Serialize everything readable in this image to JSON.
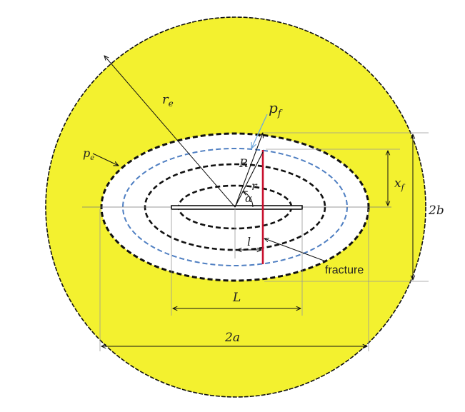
{
  "labels": {
    "re": "r",
    "re_sub": "e",
    "pf": "p",
    "pf_sub": "f",
    "pe": "p",
    "pe_sub": "e",
    "R": "R",
    "r": "r",
    "alpha": "α",
    "xf": "x",
    "xf_sub": "f",
    "two_b": "2b",
    "l": "l",
    "fracture": "fracture",
    "L": "L",
    "two_a": "2a"
  },
  "colors": {
    "reservoir_fill": "#F3F12F",
    "ellipse_stroke": "#111111",
    "pf_contour": "#4F7FC2",
    "fracture_line": "#C8102E",
    "pf_arrow": "#6FA8DC"
  }
}
